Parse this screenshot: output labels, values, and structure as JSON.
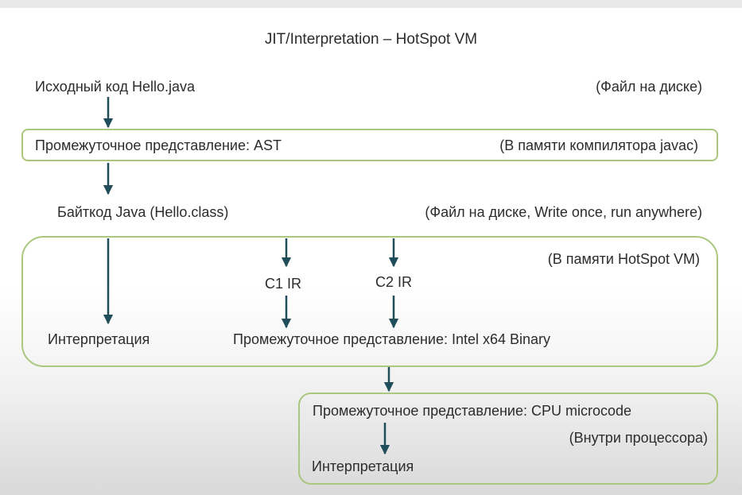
{
  "title": "JIT/Interpretation – HotSpot VM",
  "source": {
    "label": "Исходный код Hello.java",
    "note": "(Файл на диске)"
  },
  "ast": {
    "label": "Промежуточное представление: AST",
    "note": "(В памяти компилятора javac)"
  },
  "bytecode": {
    "label": "Байткод Java (Hello.class)",
    "note": "(Файл на диске, Write once, run anywhere)"
  },
  "hotspot": {
    "note": "(В памяти HotSpot VM)",
    "c1": "C1 IR",
    "c2": "C2 IR",
    "interpretation": "Интерпретация",
    "binary": "Промежуточное представление: Intel x64 Binary"
  },
  "cpu": {
    "label": "Промежуточное представление: CPU microcode",
    "note": "(Внутри процессора)",
    "interpretation": "Интерпретация"
  },
  "colors": {
    "box_border": "#a9c77d",
    "arrow": "#1f4e5a"
  }
}
